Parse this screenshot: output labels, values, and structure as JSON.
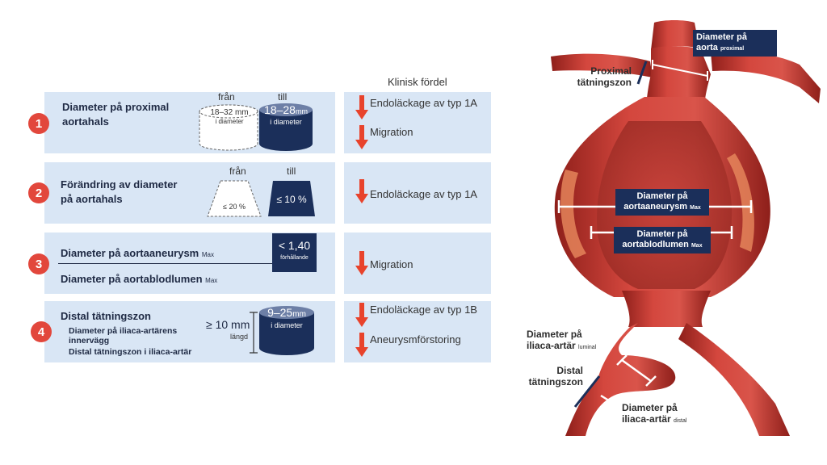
{
  "header": {
    "clinical_benefit": "Klinisk fördel"
  },
  "rows": [
    {
      "number": "1",
      "title_line1": "Diameter på proximal",
      "title_line2": "aortahals",
      "from_label": "från",
      "to_label": "till",
      "from_value": "18–32 mm",
      "from_sub": "i diameter",
      "to_value": "18–28",
      "to_unit": "mm",
      "to_sub": "i diameter",
      "benefits": [
        "Endoläckage av typ 1A",
        "Migration"
      ]
    },
    {
      "number": "2",
      "title_line1": "Förändring av diameter",
      "title_line2": "på aortahals",
      "from_label": "från",
      "to_label": "till",
      "from_value": "≤ 20 %",
      "to_value": "≤ 10 %",
      "benefits": [
        "Endoläckage av typ 1A"
      ]
    },
    {
      "number": "3",
      "numerator": "Diameter på aortaaneurysm",
      "numerator_sub": "Max",
      "denominator": "Diameter på aortablodlumen",
      "denominator_sub": "Max",
      "ratio_value": "< 1,40",
      "ratio_sub": "förhållande",
      "benefits": [
        "Migration"
      ]
    },
    {
      "number": "4",
      "title": "Distal tätningszon",
      "bullet1_line1": "Diameter på iliaca-artärens",
      "bullet1_line2": "innervägg",
      "bullet2": "Distal tätningszon i iliaca-artär",
      "length_value": "≥ 10 mm",
      "length_sub": "längd",
      "cyl_value": "9–25",
      "cyl_unit": "mm",
      "cyl_sub": "i diameter",
      "benefits": [
        "Endoläckage av typ 1B",
        "Aneurysmförstoring"
      ]
    }
  ],
  "anatomy": {
    "label_aorta_line1": "Diameter på",
    "label_aorta_line2": "aorta",
    "label_aorta_sub": "proximal",
    "label_proximal_line1": "Proximal",
    "label_proximal_line2": "tätningszon",
    "label_aneurysm_line1": "Diameter på",
    "label_aneurysm_line2": "aortaaneurysm",
    "label_aneurysm_sub": "Max",
    "label_lumen_line1": "Diameter på",
    "label_lumen_line2": "aortablodlumen",
    "label_lumen_sub": "Max",
    "label_iliac_lum_line1": "Diameter på",
    "label_iliac_lum_line2": "iliaca-artär",
    "label_iliac_lum_sub": "luminal",
    "label_distal_line1": "Distal",
    "label_distal_line2": "tätningszon",
    "label_iliac_dist_line1": "Diameter på",
    "label_iliac_dist_line2": "iliaca-artär",
    "label_iliac_dist_sub": "distal"
  },
  "colors": {
    "row_bg": "#d9e6f5",
    "navy": "#1b2f5a",
    "badge_red": "#e2473c",
    "arrow_red": "#e8432c",
    "vessel_red": "#c73a33"
  }
}
